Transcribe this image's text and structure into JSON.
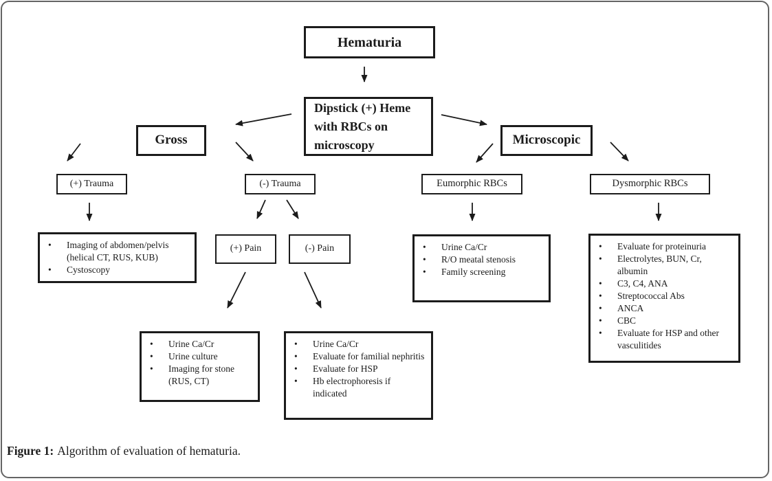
{
  "figure": {
    "caption_label": "Figure 1:",
    "caption_text": "Algorithm of evaluation of hematuria."
  },
  "glyphs": {
    "bullet": "•"
  },
  "colors": {
    "ink": "#1b1b1b",
    "box_border": "#1b1b1b",
    "frame_border": "#646464",
    "background": "#ffffff"
  },
  "nodes": {
    "hematuria": "Hematuria",
    "dipstick": "Dipstick (+) Heme with RBCs on microscopy",
    "gross": "Gross",
    "microscopic": "Microscopic",
    "trauma_pos": "(+) Trauma",
    "trauma_neg": "(-) Trauma",
    "pain_pos": "(+) Pain",
    "pain_neg": "(-) Pain",
    "eumorphic": "Eumorphic RBCs",
    "dysmorphic": "Dysmorphic RBCs"
  },
  "lists": {
    "trauma_pos_workup": {
      "items": [
        "Imaging of abdomen/pelvis (helical CT, RUS, KUB)",
        "Cystoscopy"
      ]
    },
    "pain_pos_workup": {
      "items": [
        "Urine Ca/Cr",
        "Urine culture",
        "Imaging for stone (RUS, CT)"
      ]
    },
    "pain_neg_workup": {
      "items": [
        "Urine Ca/Cr",
        "Evaluate for familial nephritis",
        "Evaluate for HSP",
        "Hb electrophoresis if indicated"
      ]
    },
    "eumorphic_workup": {
      "items": [
        "Urine Ca/Cr",
        "R/O meatal stenosis",
        "Family screening"
      ]
    },
    "dysmorphic_workup": {
      "items": [
        "Evaluate for proteinuria",
        "Electrolytes, BUN, Cr, albumin",
        "C3, C4, ANA",
        "Streptococcal Abs",
        "ANCA",
        "CBC",
        "Evaluate for HSP and other vasculitides"
      ]
    }
  },
  "connections": [
    {
      "from": "Hematuria",
      "to": "Dipstick (+) Heme with RBCs on microscopy"
    },
    {
      "from": "Dipstick (+) Heme with RBCs on microscopy",
      "to": "Gross"
    },
    {
      "from": "Dipstick (+) Heme with RBCs on microscopy",
      "to": "Microscopic"
    },
    {
      "from": "Gross",
      "to": "(+) Trauma"
    },
    {
      "from": "Gross",
      "to": "(-) Trauma"
    },
    {
      "from": "(+) Trauma",
      "to": "trauma_pos_workup"
    },
    {
      "from": "(-) Trauma",
      "to": "(+) Pain"
    },
    {
      "from": "(-) Trauma",
      "to": "(-) Pain"
    },
    {
      "from": "(+) Pain",
      "to": "pain_pos_workup"
    },
    {
      "from": "(-) Pain",
      "to": "pain_neg_workup"
    },
    {
      "from": "Microscopic",
      "to": "Eumorphic RBCs"
    },
    {
      "from": "Microscopic",
      "to": "Dysmorphic RBCs"
    },
    {
      "from": "Eumorphic RBCs",
      "to": "eumorphic_workup"
    },
    {
      "from": "Dysmorphic RBCs",
      "to": "dysmorphic_workup"
    }
  ]
}
